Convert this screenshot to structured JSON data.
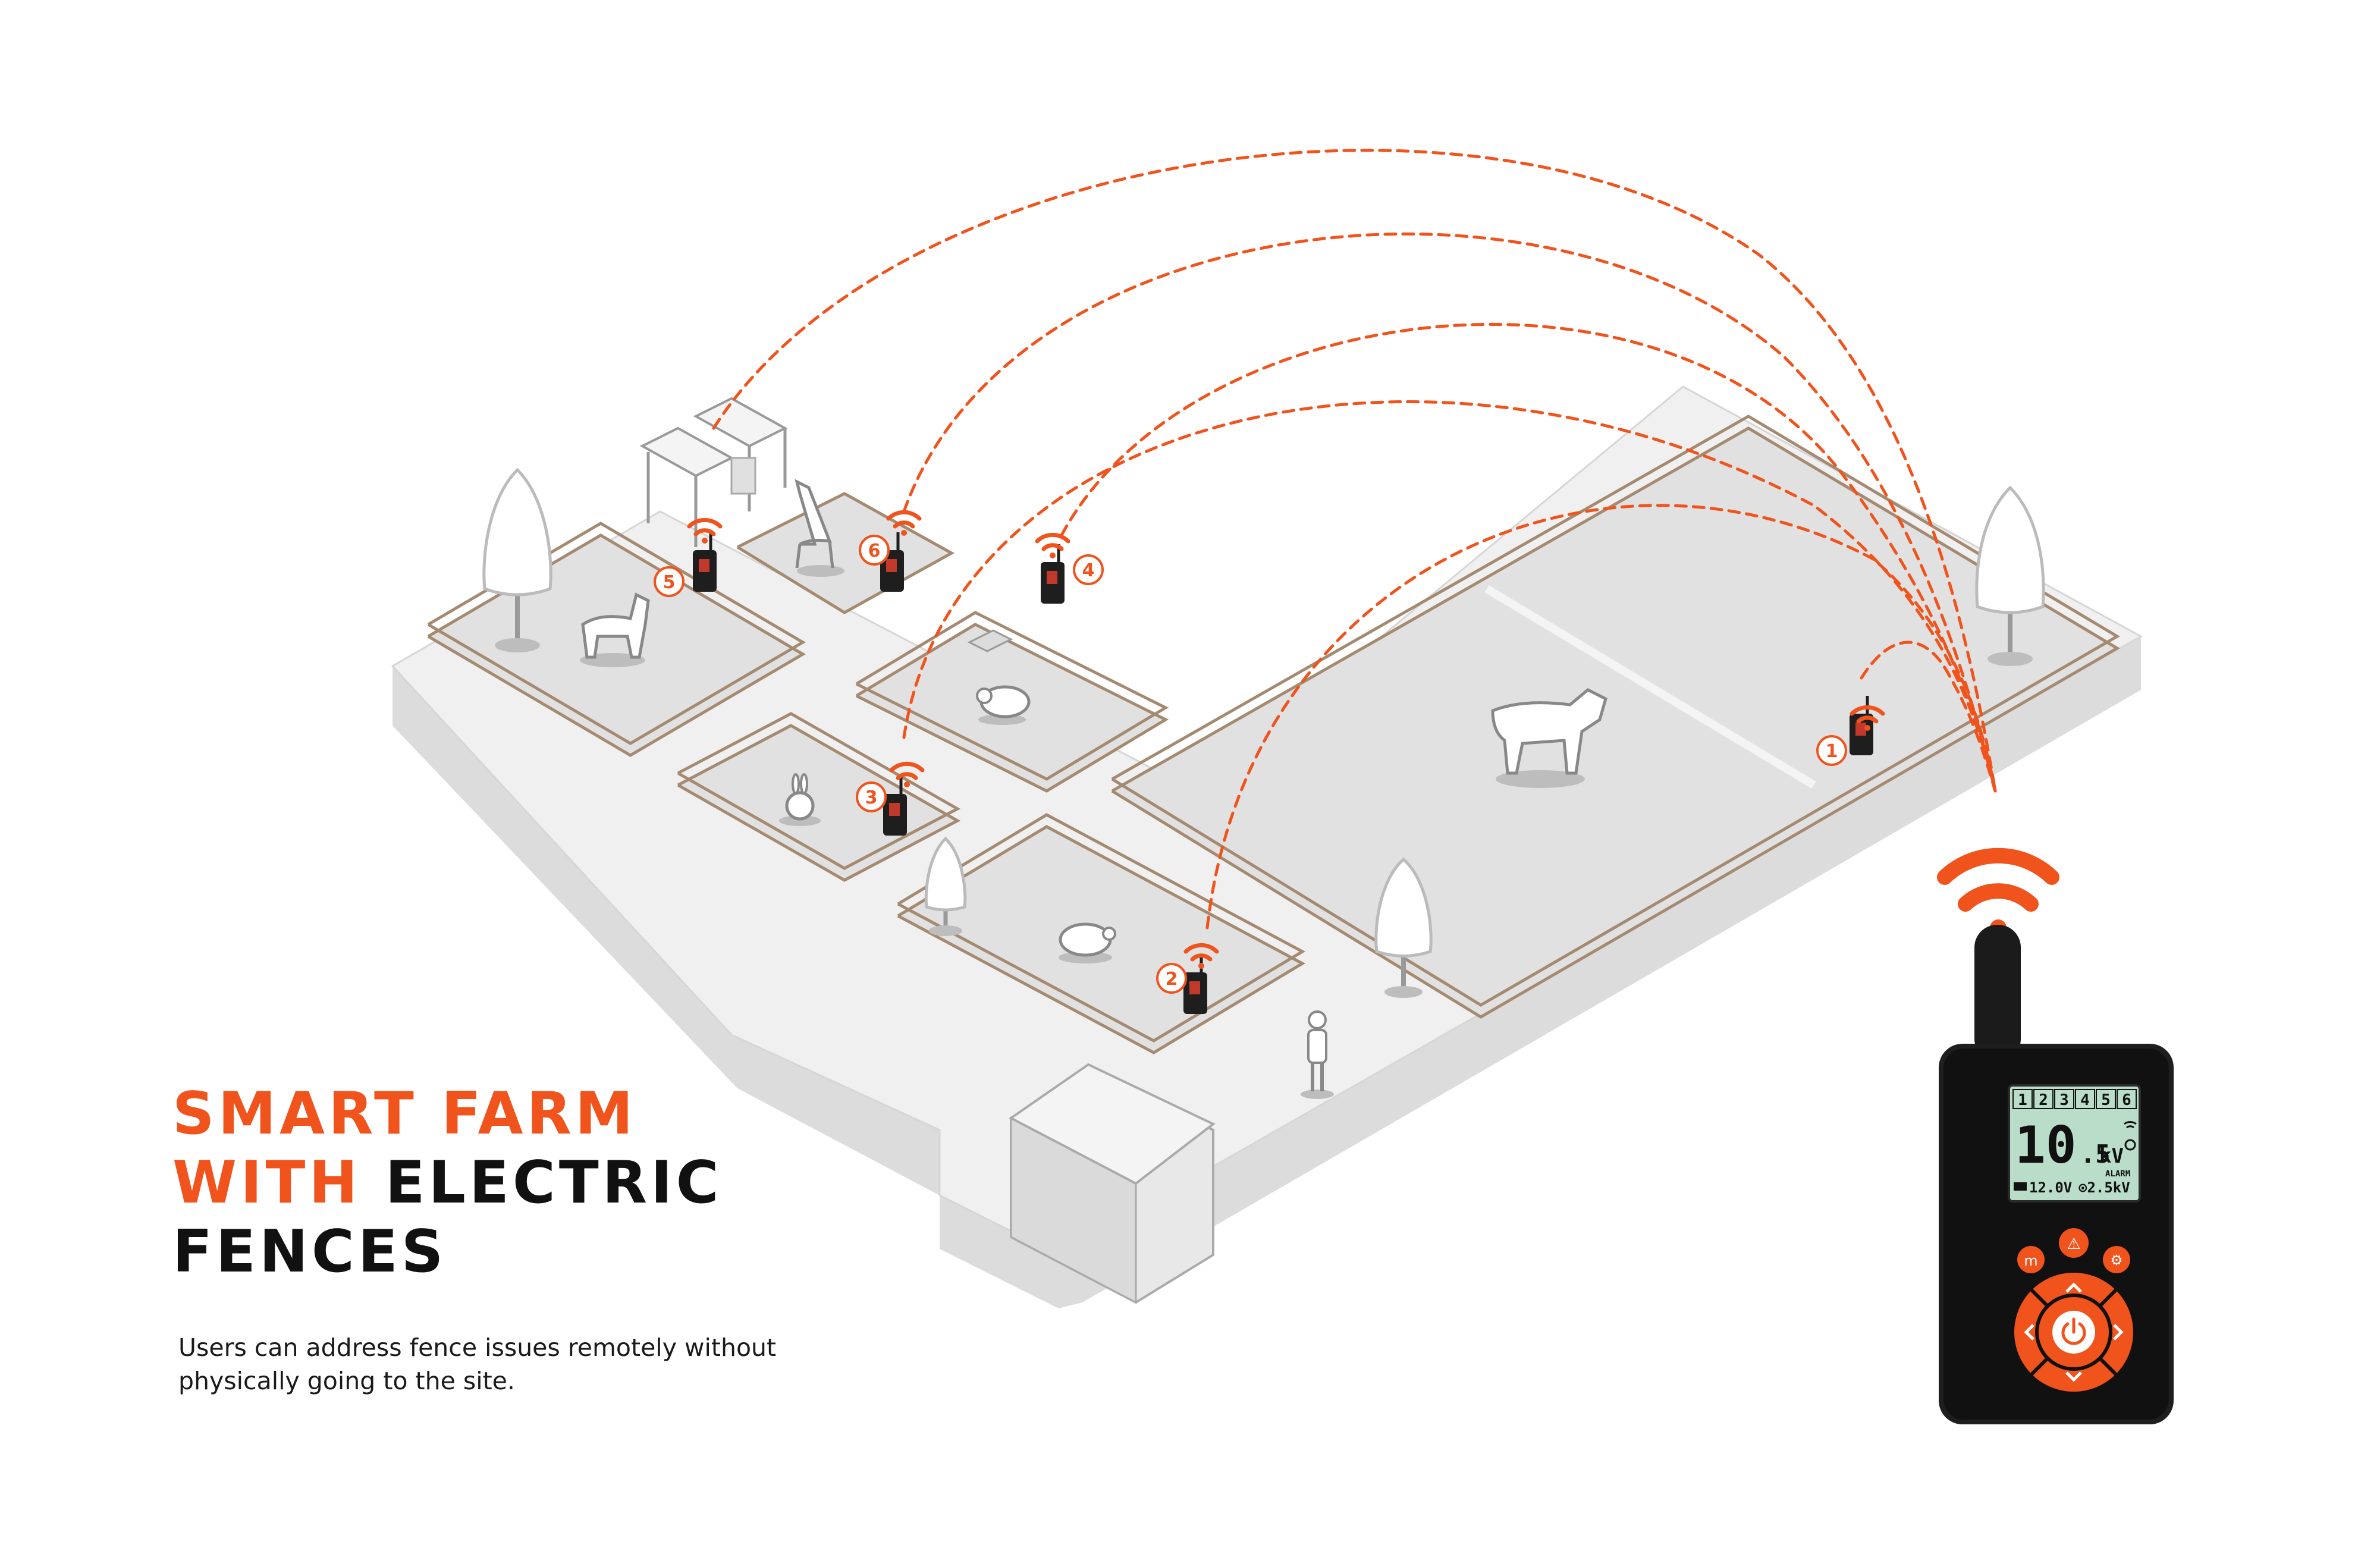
{
  "headline": {
    "line1": "SMART FARM",
    "line2a": "WITH",
    "line2b": "ELECTRIC",
    "line3": "FENCES"
  },
  "description": "Users can address fence issues remotely without physically going to the site.",
  "colors": {
    "accent": "#F0531C",
    "dark": "#111111",
    "ground": "#EDEDED",
    "fence": "#A58A72"
  },
  "nodes": [
    {
      "label": "1",
      "icon": "wifi-icon"
    },
    {
      "label": "2",
      "icon": "wifi-icon"
    },
    {
      "label": "3",
      "icon": "wifi-icon"
    },
    {
      "label": "4",
      "icon": "wifi-icon"
    },
    {
      "label": "5",
      "icon": "wifi-icon"
    },
    {
      "label": "6",
      "icon": "wifi-icon"
    }
  ],
  "remote": {
    "channels": [
      "1",
      "2",
      "3",
      "4",
      "5",
      "6"
    ],
    "voltage_main": "10",
    "voltage_decimal": ".5",
    "voltage_unit": "kV",
    "alarm_label": "ALARM",
    "battery_value": "12.0",
    "battery_unit": "V",
    "alarm_value": "2.5",
    "alarm_unit": "kV",
    "buttons": [
      "m-button-icon",
      "warning-icon",
      "gear-icon",
      "power-icon",
      "chevron-up-icon",
      "chevron-down-icon",
      "chevron-left-icon",
      "chevron-right-icon"
    ]
  }
}
